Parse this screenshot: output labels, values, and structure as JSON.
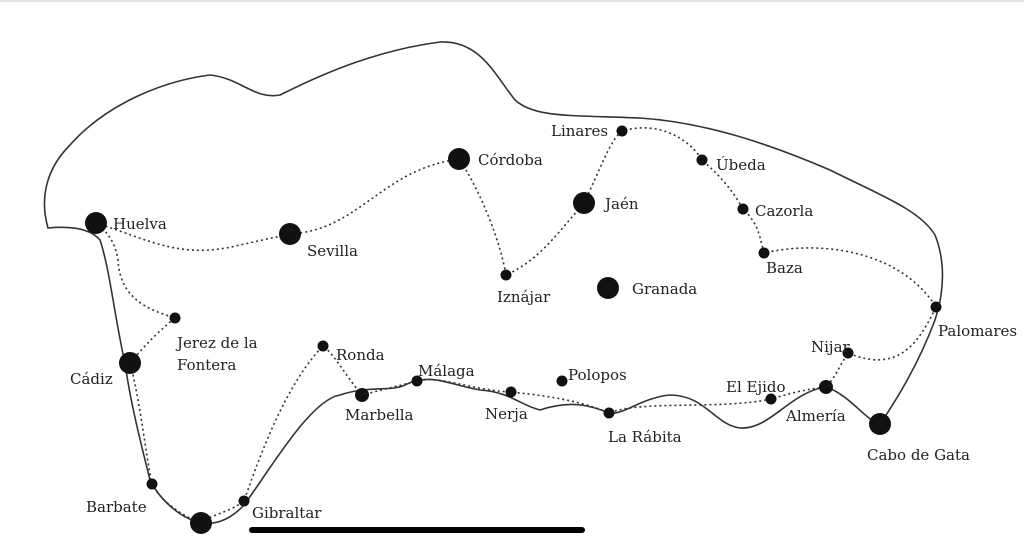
{
  "map": {
    "cities": [
      {
        "name": "Huelva",
        "size": "large"
      },
      {
        "name": "Sevilla",
        "size": "large"
      },
      {
        "name": "Córdoba",
        "size": "large"
      },
      {
        "name": "Linares",
        "size": "small"
      },
      {
        "name": "Úbeda",
        "size": "small"
      },
      {
        "name": "Jaén",
        "size": "large"
      },
      {
        "name": "Cazorla",
        "size": "small"
      },
      {
        "name": "Baza",
        "size": "small"
      },
      {
        "name": "Iznájar",
        "size": "small"
      },
      {
        "name": "Granada",
        "size": "large"
      },
      {
        "name": "Palomares",
        "size": "small"
      },
      {
        "name": "Nijar",
        "size": "small"
      },
      {
        "name": "Jerez de la",
        "size": "small",
        "line2": "Fontera"
      },
      {
        "name": "Cádiz",
        "size": "large"
      },
      {
        "name": "Ronda",
        "size": "small"
      },
      {
        "name": "Málaga",
        "size": "small"
      },
      {
        "name": "Marbella",
        "size": "medium"
      },
      {
        "name": "Polopos",
        "size": "small"
      },
      {
        "name": "Nerja",
        "size": "small"
      },
      {
        "name": "La Rábita",
        "size": "small"
      },
      {
        "name": "El Ejido",
        "size": "small"
      },
      {
        "name": "Almería",
        "size": "medium"
      },
      {
        "name": "Cabo de Gata",
        "size": "large"
      },
      {
        "name": "Barbate",
        "size": "small"
      },
      {
        "name": "Gibraltar",
        "size": "small"
      }
    ]
  }
}
